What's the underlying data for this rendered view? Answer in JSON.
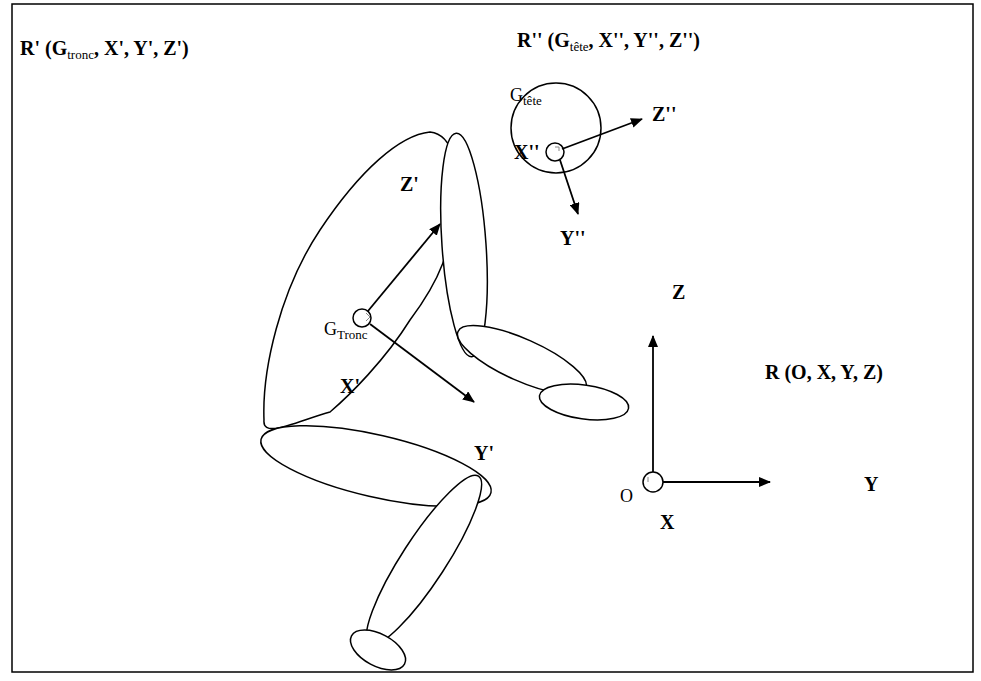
{
  "diagram": {
    "labels": [
      "R'' (G",
      "tête",
      ", X'', Y'', Z'')",
      "R' (G",
      "tronc",
      ", X', Y', Z')",
      "G",
      "tête",
      "Z''",
      "X''",
      "Y''",
      "Z'",
      "G",
      "Tronc",
      "X'",
      "Y'",
      "Z",
      "R (O, X, Y, Z)",
      "Y",
      "O",
      "X"
    ]
  }
}
